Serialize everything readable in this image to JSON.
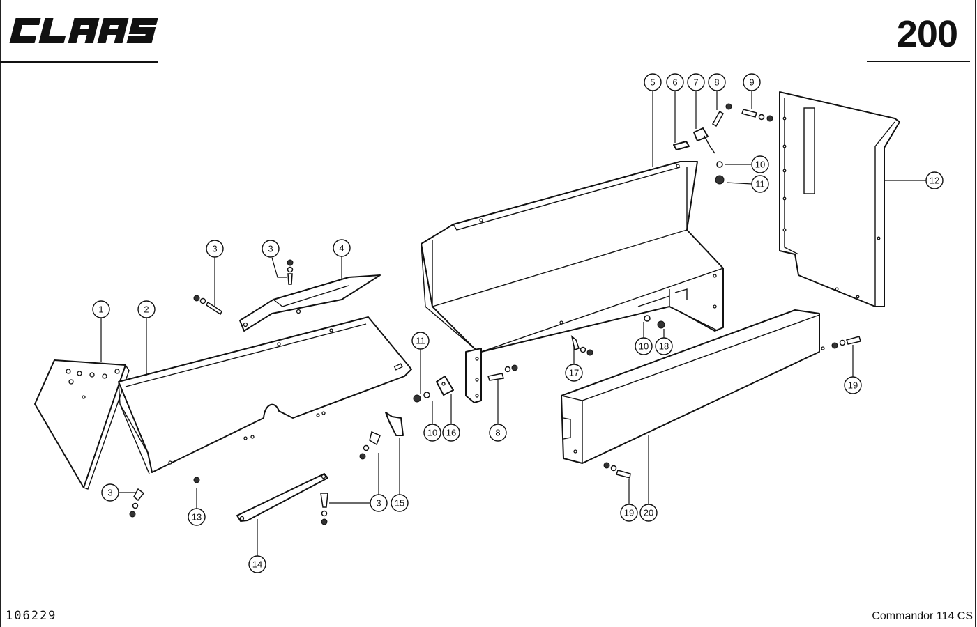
{
  "header": {
    "brand": "CLAAS",
    "page_number": "200"
  },
  "footer": {
    "drawing_number": "106229",
    "model": "Commandor 114 CS"
  },
  "callouts": [
    {
      "id": "c1",
      "label": "1"
    },
    {
      "id": "c2",
      "label": "2"
    },
    {
      "id": "c3a",
      "label": "3"
    },
    {
      "id": "c3b",
      "label": "3"
    },
    {
      "id": "c4",
      "label": "4"
    },
    {
      "id": "c3c",
      "label": "3"
    },
    {
      "id": "c13",
      "label": "13"
    },
    {
      "id": "c14",
      "label": "14"
    },
    {
      "id": "c3d",
      "label": "3"
    },
    {
      "id": "c15",
      "label": "15"
    },
    {
      "id": "c11a",
      "label": "11"
    },
    {
      "id": "c10a",
      "label": "10"
    },
    {
      "id": "c16",
      "label": "16"
    },
    {
      "id": "c8a",
      "label": "8"
    },
    {
      "id": "c17",
      "label": "17"
    },
    {
      "id": "c10b",
      "label": "10"
    },
    {
      "id": "c18",
      "label": "18"
    },
    {
      "id": "c5",
      "label": "5"
    },
    {
      "id": "c6",
      "label": "6"
    },
    {
      "id": "c7",
      "label": "7"
    },
    {
      "id": "c8b",
      "label": "8"
    },
    {
      "id": "c9",
      "label": "9"
    },
    {
      "id": "c10c",
      "label": "10"
    },
    {
      "id": "c11b",
      "label": "11"
    },
    {
      "id": "c12",
      "label": "12"
    },
    {
      "id": "c19a",
      "label": "19"
    },
    {
      "id": "c19b",
      "label": "19"
    },
    {
      "id": "c20",
      "label": "20"
    }
  ]
}
